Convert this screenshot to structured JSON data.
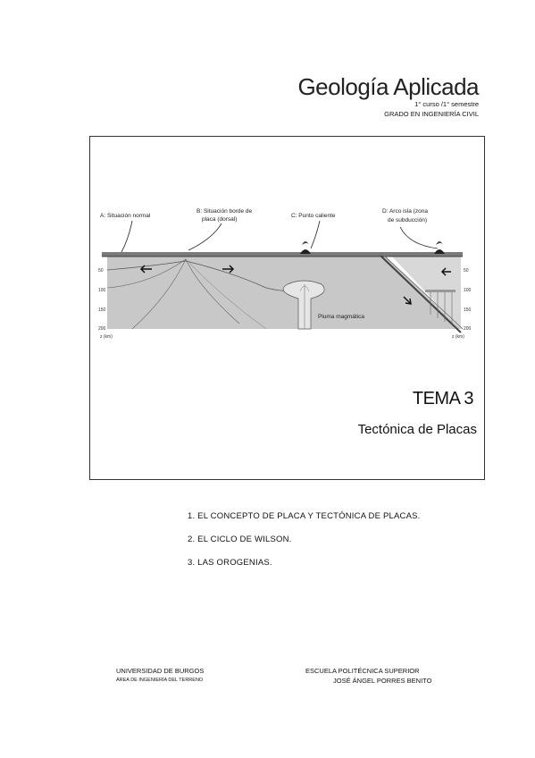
{
  "header": {
    "title": "Geología Aplicada",
    "semester": "1° curso /1° semestre",
    "degree": "GRADO EN INGENIERÍA CIVIL"
  },
  "diagram": {
    "label_a": "A: Situación normal",
    "label_b_line1": "B: Situación borde de",
    "label_b_line2": "placa (dorsal)",
    "label_c": "C: Punto caliente",
    "label_d_line1": "D: Arco isla (zona",
    "label_d_line2": "de subducción)",
    "plume_label": "Pluma magmática",
    "depth_ticks": [
      "50",
      "100",
      "150",
      "200"
    ],
    "depth_axis": "z (km)"
  },
  "cover": {
    "tema": "TEMA 3",
    "subtitle": "Tectónica de Placas"
  },
  "contents": [
    "1. EL CONCEPTO DE PLACA Y TECTÓNICA DE PLACAS.",
    "2. EL CICLO DE WILSON.",
    "3. LAS OROGENIAS."
  ],
  "footer": {
    "university": "UNIVERSIDAD DE BURGOS",
    "area": "ÁREA DE INGENIERÍA DEL TERRENO",
    "school": "ESCUELA POLITÉCNICA SUPERIOR",
    "author": "JOSÉ ÁNGEL PORRES BENITO"
  }
}
